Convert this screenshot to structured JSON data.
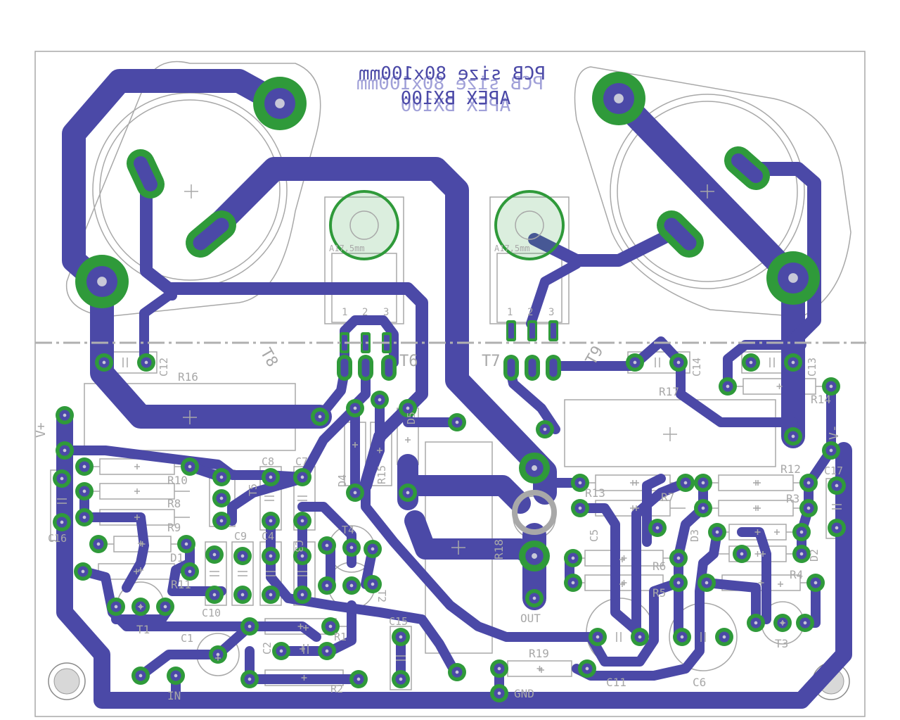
{
  "colors": {
    "copper": "#4b49a7",
    "pad": "#2f9a3a",
    "silk": "#a8a8a8",
    "hole": "#c8c8d8",
    "background": "#ffffff"
  },
  "board": {
    "title_line1": "PCB size 80x100mm",
    "title_line2": "APEX BX100",
    "title_ghost1": "PCB size 80x100mm",
    "title_ghost2": "APEX BX100"
  },
  "labels": {
    "T8": "T8",
    "T6": "T6",
    "T7": "T7",
    "T9": "T9",
    "C12": "C12",
    "C14": "C14",
    "C13": "C13",
    "R16": "R16",
    "R17": "R17",
    "R14": "R14",
    "Vplus": "V+",
    "Vminus": "V-",
    "C16": "C16",
    "C17": "C17",
    "R10": "R10",
    "R8": "R8",
    "R9": "R9",
    "D1": "D1",
    "R11": "R11",
    "T1": "T1",
    "T5": "T5",
    "C8": "C8",
    "C7": "C7",
    "C9": "C9",
    "C4": "C4",
    "C3": "C3",
    "C10": "C10",
    "D4": "D4",
    "D5": "D5",
    "R15": "R15",
    "T4": "T4",
    "T2": "T2",
    "R18": "R18",
    "OUT": "OUT",
    "GND": "GND",
    "IN": "IN",
    "C1": "C1",
    "C2": "C2",
    "R1": "R1",
    "R2": "R2",
    "C15": "C15",
    "R19": "R19",
    "R13": "R13",
    "R7": "R7",
    "C5": "C5",
    "R6": "R6",
    "R5": "R5",
    "C11": "C11",
    "C6": "C6",
    "R12": "R12",
    "R3": "R3",
    "D3": "D3",
    "D2": "D2",
    "R4": "R4",
    "T3": "T3",
    "heatsink_left": "A17,5mm",
    "heatsink_right": "A17,5mm",
    "pin1": "1",
    "pin2": "2",
    "pin3": "3"
  }
}
